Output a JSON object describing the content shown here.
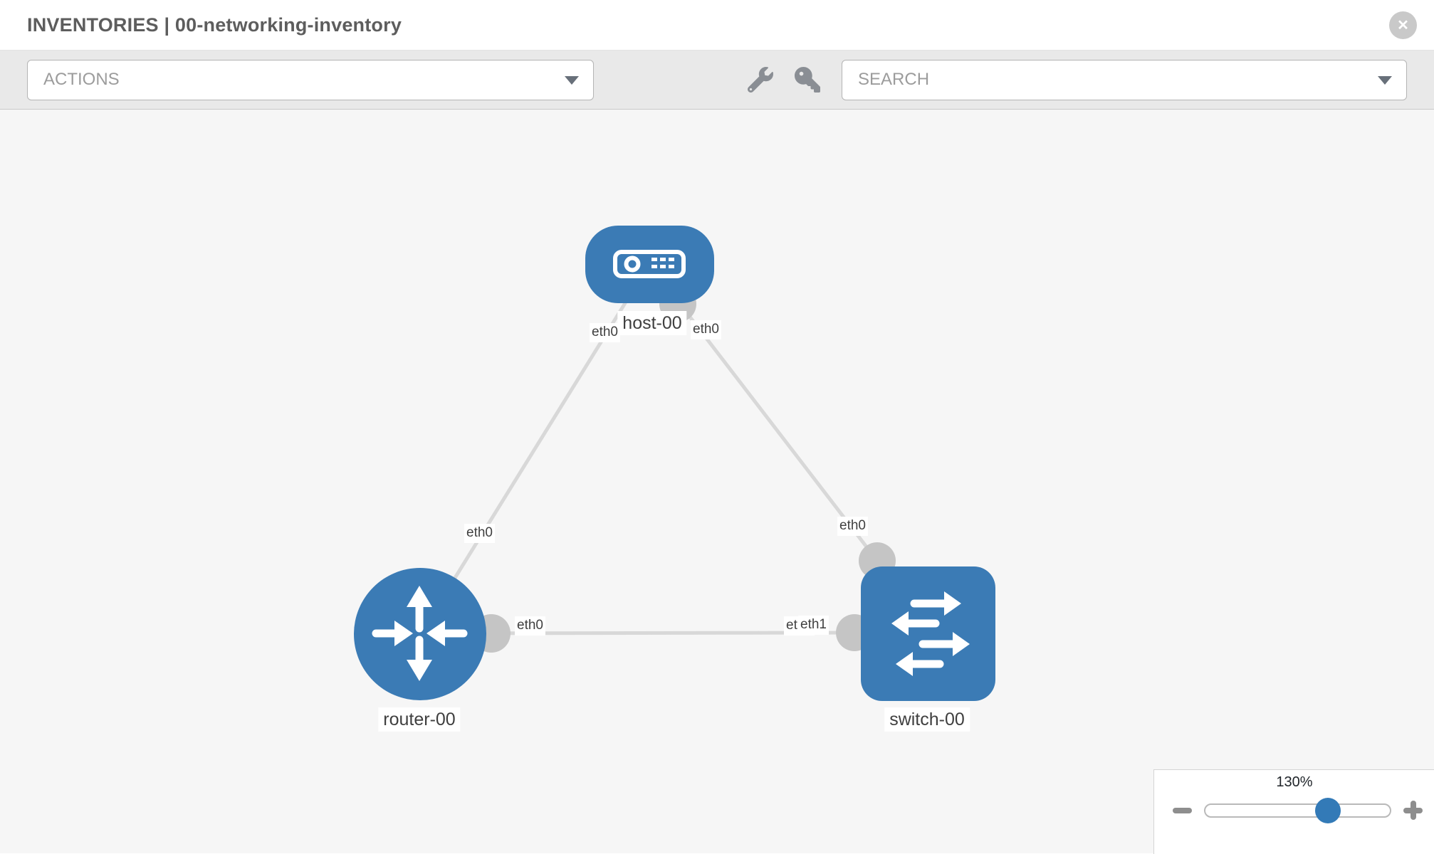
{
  "window": {
    "title": "INVENTORIES | 00-networking-inventory"
  },
  "icons": {
    "close_glyph": "✕"
  },
  "toolbar": {
    "actions_label": "ACTIONS",
    "search_placeholder": "SEARCH"
  },
  "topology": {
    "nodes": [
      {
        "label": "host-00",
        "type": "host"
      },
      {
        "label": "router-00",
        "type": "router"
      },
      {
        "label": "switch-00",
        "type": "switch"
      }
    ],
    "links": [
      {
        "from": "host-00",
        "from_interface": "eth0",
        "to": "router-00",
        "to_interface": "eth0"
      },
      {
        "from": "host-00",
        "from_interface": "eth0",
        "to": "switch-00",
        "to_interface": "eth0"
      },
      {
        "from": "router-00",
        "from_interface": "eth0",
        "to": "switch-00",
        "to_interface": "eth1",
        "to_interface_overlap": "eth1"
      }
    ]
  },
  "zoom_control": {
    "level": "130%"
  }
}
